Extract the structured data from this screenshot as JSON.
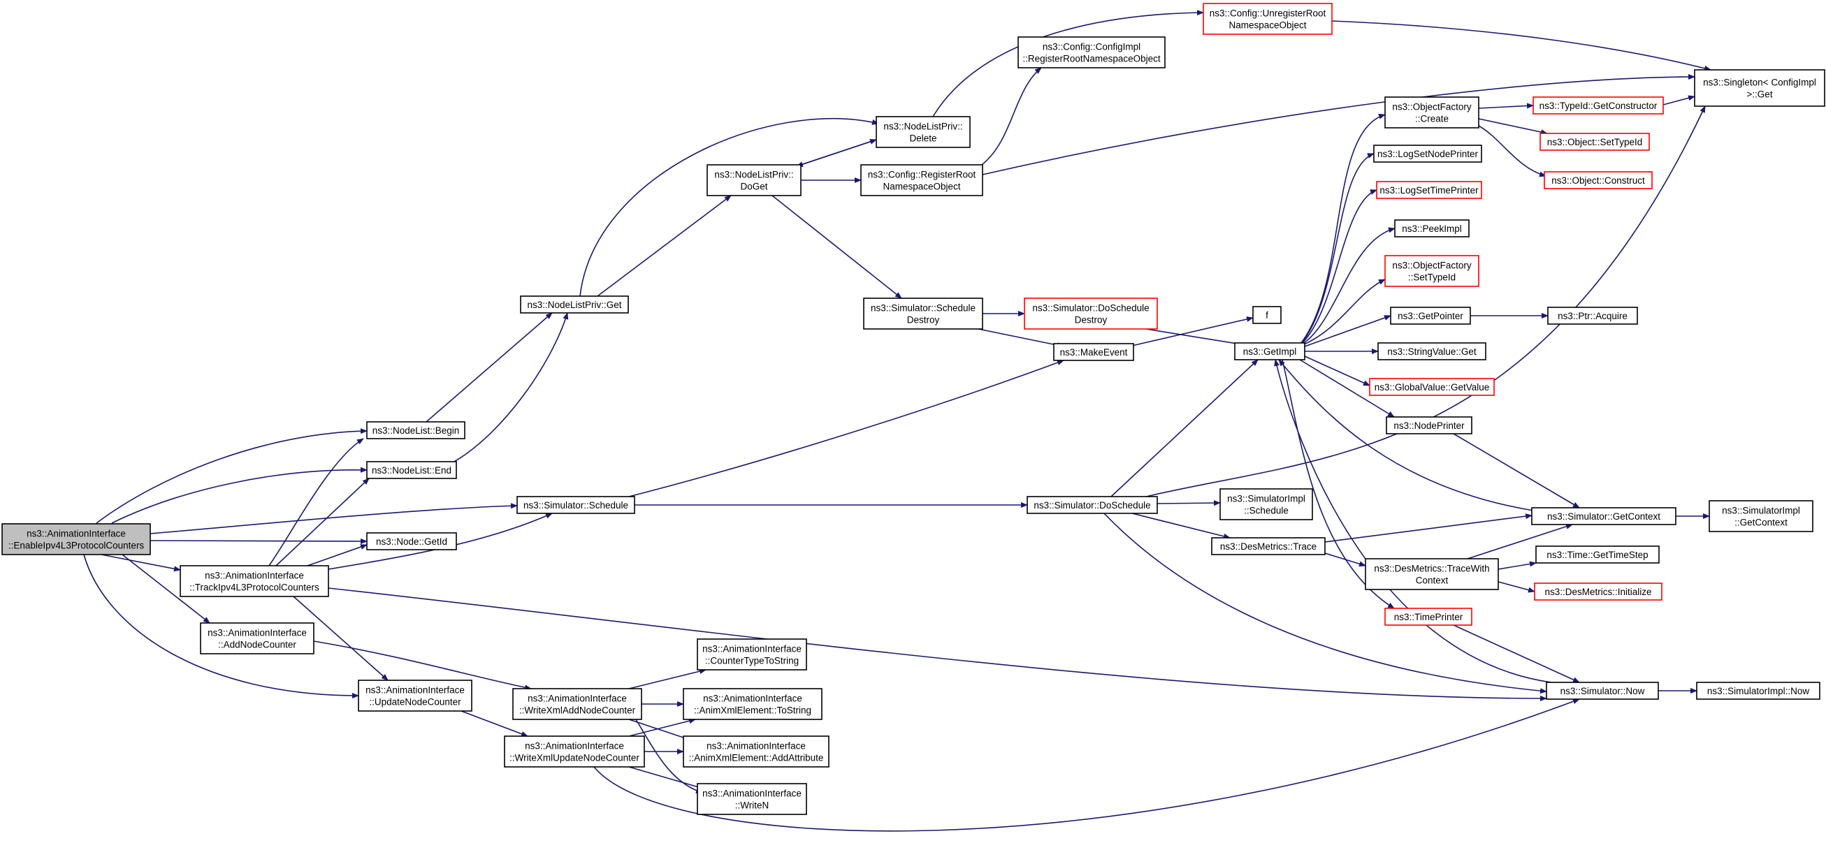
{
  "nodes": [
    {
      "id": "root",
      "lines": [
        "ns3::AnimationInterface",
        "::EnableIpv4L3ProtocolCounters"
      ],
      "truncated": false,
      "root": true
    },
    {
      "id": "nodelist_begin",
      "lines": [
        "ns3::NodeList::Begin"
      ],
      "truncated": false
    },
    {
      "id": "nodelist_end",
      "lines": [
        "ns3::NodeList::End"
      ],
      "truncated": false
    },
    {
      "id": "simulator_schedule",
      "lines": [
        "ns3::Simulator::Schedule"
      ],
      "truncated": false
    },
    {
      "id": "node_getid",
      "lines": [
        "ns3::Node::GetId"
      ],
      "truncated": false
    },
    {
      "id": "track_ipv4",
      "lines": [
        "ns3::AnimationInterface",
        "::TrackIpv4L3ProtocolCounters"
      ],
      "truncated": false
    },
    {
      "id": "add_node_counter",
      "lines": [
        "ns3::AnimationInterface",
        "::AddNodeCounter"
      ],
      "truncated": false
    },
    {
      "id": "update_node_counter",
      "lines": [
        "ns3::AnimationInterface",
        "::UpdateNodeCounter"
      ],
      "truncated": false
    },
    {
      "id": "nodelistpriv_get",
      "lines": [
        "ns3::NodeListPriv::Get"
      ],
      "truncated": false
    },
    {
      "id": "nodelistpriv_doget",
      "lines": [
        "ns3::NodeListPriv::",
        "DoGet"
      ],
      "truncated": false
    },
    {
      "id": "nodelistpriv_delete",
      "lines": [
        "ns3::NodeListPriv::",
        "Delete"
      ],
      "truncated": false
    },
    {
      "id": "config_register_root",
      "lines": [
        "ns3::Config::RegisterRoot",
        "NamespaceObject"
      ],
      "truncated": false
    },
    {
      "id": "configimpl_register",
      "lines": [
        "ns3::Config::ConfigImpl",
        "::RegisterRootNamespaceObject"
      ],
      "truncated": false
    },
    {
      "id": "config_unregister",
      "lines": [
        "ns3::Config::UnregisterRoot",
        "NamespaceObject"
      ],
      "truncated": true
    },
    {
      "id": "singleton_get",
      "lines": [
        "ns3::Singleton< ConfigImpl",
        " >::Get"
      ],
      "truncated": false
    },
    {
      "id": "simulator_schedule_destroy",
      "lines": [
        "ns3::Simulator::Schedule",
        "Destroy"
      ],
      "truncated": false
    },
    {
      "id": "simulator_doschedule_destroy",
      "lines": [
        "ns3::Simulator::DoSchedule",
        "Destroy"
      ],
      "truncated": true
    },
    {
      "id": "make_event",
      "lines": [
        "ns3::MakeEvent"
      ],
      "truncated": false
    },
    {
      "id": "f",
      "lines": [
        "f"
      ],
      "truncated": false
    },
    {
      "id": "getimpl",
      "lines": [
        "ns3::GetImpl"
      ],
      "truncated": false
    },
    {
      "id": "objectfactory_create",
      "lines": [
        "ns3::ObjectFactory",
        "::Create"
      ],
      "truncated": false
    },
    {
      "id": "typeid_getconstructor",
      "lines": [
        "ns3::TypeId::GetConstructor"
      ],
      "truncated": true
    },
    {
      "id": "object_settypeid",
      "lines": [
        "ns3::Object::SetTypeId"
      ],
      "truncated": true
    },
    {
      "id": "object_construct",
      "lines": [
        "ns3::Object::Construct"
      ],
      "truncated": true
    },
    {
      "id": "logsetnodeprinter",
      "lines": [
        "ns3::LogSetNodePrinter"
      ],
      "truncated": false
    },
    {
      "id": "logsettimeprinter",
      "lines": [
        "ns3::LogSetTimePrinter"
      ],
      "truncated": true
    },
    {
      "id": "peekimpl",
      "lines": [
        "ns3::PeekImpl"
      ],
      "truncated": false
    },
    {
      "id": "objectfactory_settypeid",
      "lines": [
        "ns3::ObjectFactory",
        "::SetTypeId"
      ],
      "truncated": true
    },
    {
      "id": "getpointer",
      "lines": [
        "ns3::GetPointer"
      ],
      "truncated": false
    },
    {
      "id": "ptr_acquire",
      "lines": [
        "ns3::Ptr::Acquire"
      ],
      "truncated": false
    },
    {
      "id": "stringvalue_get",
      "lines": [
        "ns3::StringValue::Get"
      ],
      "truncated": false
    },
    {
      "id": "globalvalue_getvalue",
      "lines": [
        "ns3::GlobalValue::GetValue"
      ],
      "truncated": true
    },
    {
      "id": "nodeprinter",
      "lines": [
        "ns3::NodePrinter"
      ],
      "truncated": false
    },
    {
      "id": "simulator_doschedule",
      "lines": [
        "ns3::Simulator::DoSchedule"
      ],
      "truncated": false
    },
    {
      "id": "simulatorimpl_schedule",
      "lines": [
        "ns3::SimulatorImpl",
        "::Schedule"
      ],
      "truncated": false
    },
    {
      "id": "desmetrics_trace",
      "lines": [
        "ns3::DesMetrics::Trace"
      ],
      "truncated": false
    },
    {
      "id": "desmetrics_tracewithcontext",
      "lines": [
        "ns3::DesMetrics::TraceWith",
        "Context"
      ],
      "truncated": false
    },
    {
      "id": "simulator_getcontext",
      "lines": [
        "ns3::Simulator::GetContext"
      ],
      "truncated": false
    },
    {
      "id": "simulatorimpl_getcontext",
      "lines": [
        "ns3::SimulatorImpl",
        "::GetContext"
      ],
      "truncated": false
    },
    {
      "id": "time_gettimestep",
      "lines": [
        "ns3::Time::GetTimeStep"
      ],
      "truncated": false
    },
    {
      "id": "desmetrics_initialize",
      "lines": [
        "ns3::DesMetrics::Initialize"
      ],
      "truncated": true
    },
    {
      "id": "timeprinter",
      "lines": [
        "ns3::TimePrinter"
      ],
      "truncated": true
    },
    {
      "id": "simulator_now",
      "lines": [
        "ns3::Simulator::Now"
      ],
      "truncated": false
    },
    {
      "id": "simulatorimpl_now",
      "lines": [
        "ns3::SimulatorImpl::Now"
      ],
      "truncated": false
    },
    {
      "id": "write_xml_add",
      "lines": [
        "ns3::AnimationInterface",
        "::WriteXmlAddNodeCounter"
      ],
      "truncated": false
    },
    {
      "id": "write_xml_update",
      "lines": [
        "ns3::AnimationInterface",
        "::WriteXmlUpdateNodeCounter"
      ],
      "truncated": false
    },
    {
      "id": "countertype_tostring",
      "lines": [
        "ns3::AnimationInterface",
        "::CounterTypeToString"
      ],
      "truncated": false
    },
    {
      "id": "animxml_tostring",
      "lines": [
        "ns3::AnimationInterface",
        "::AnimXmlElement::ToString"
      ],
      "truncated": false
    },
    {
      "id": "animxml_addattribute",
      "lines": [
        "ns3::AnimationInterface",
        "::AnimXmlElement::AddAttribute"
      ],
      "truncated": false
    },
    {
      "id": "writen",
      "lines": [
        "ns3::AnimationInterface",
        "::WriteN"
      ],
      "truncated": false
    }
  ]
}
